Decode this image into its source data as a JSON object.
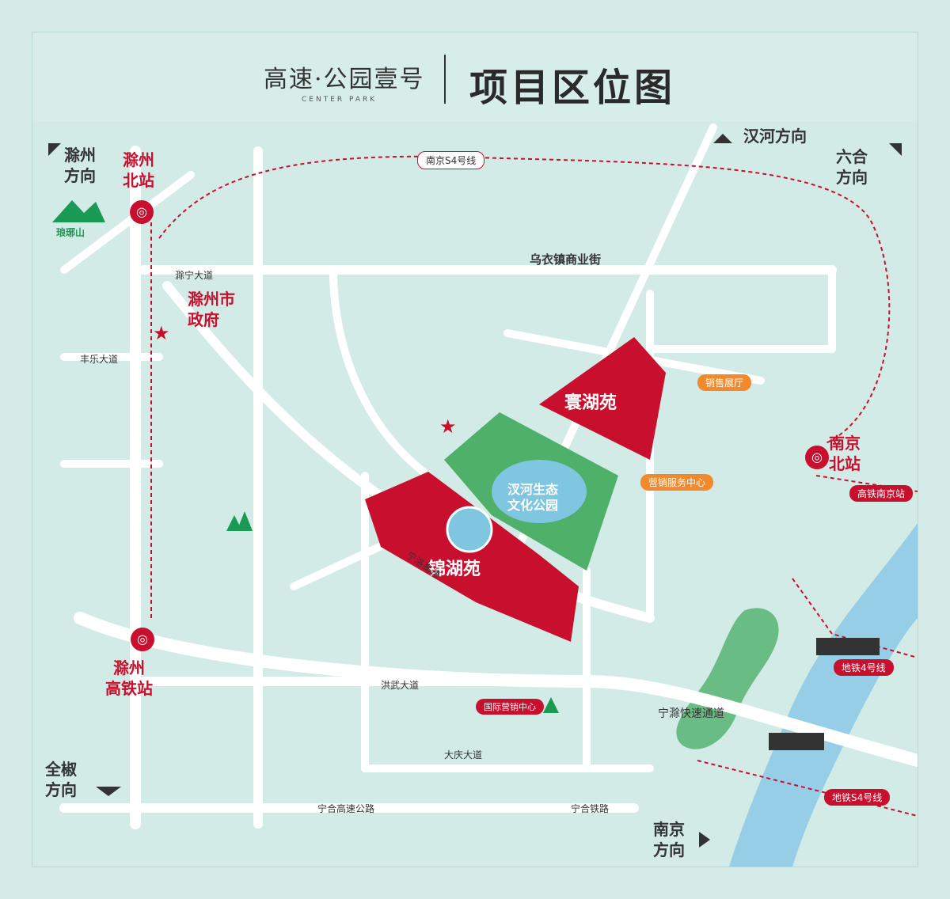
{
  "header": {
    "brand": "高速·公园壹号",
    "brand_sub": "CENTER PARK",
    "title": "项目区位图"
  },
  "directions": {
    "chuzhou": "滁州\n方向",
    "hanhe": "汉河方向",
    "liuhe": "六合\n方向",
    "quanjiao": "全椒\n方向",
    "nanjing": "南京\n方向"
  },
  "stations": {
    "chuzhou_north": "滁州\n北站",
    "chuzhou_hsr": "滁州\n高铁站",
    "nanjing_north": "南京\n北站",
    "gov": "滁州市\n政府"
  },
  "landmarks": {
    "langya": "琅琊山",
    "wuyi": "乌衣镇商业街",
    "park": "汊河生态\n文化公园",
    "sales_center": "营销服务中心",
    "sales_hall": "销售展厅",
    "zone_north": "寰湖苑",
    "zone_south": "锦湖苑",
    "sales_hall_tag": "国际营销中心",
    "railway_tag": "高铁南京站",
    "metro_tag": "地铁S4号线",
    "bridge_tag": "地铁4号线",
    "metro_s4_top": "南京S4号线"
  },
  "roads": {
    "r1": "宁合高速公路",
    "r2": "宁滁快速通道",
    "r3": "滁宁大道",
    "r4": "洪武大道",
    "r5": "大庆大道",
    "r6": "丰乐大道",
    "r7": "宁洛高速",
    "r8": "宁合铁路"
  },
  "colors": {
    "red": "#c8102e",
    "green": "#4fb06a",
    "lake": "#7fc6e0",
    "bg": "#d3ebe7",
    "road": "#ffffff"
  }
}
